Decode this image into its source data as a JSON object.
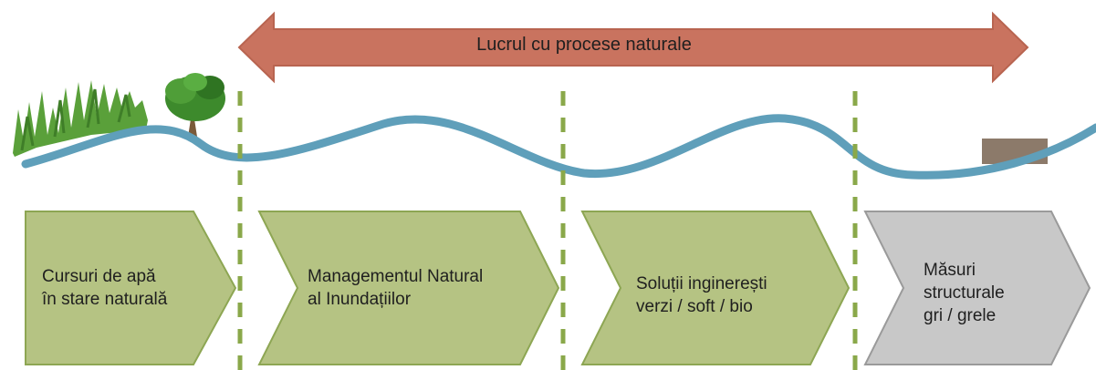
{
  "arrow": {
    "label": "Lucrul cu procese naturale"
  },
  "stages": [
    {
      "lines": [
        "Cursuri de apă",
        "în stare naturală"
      ],
      "color": "#b5c383",
      "border": "#8da653"
    },
    {
      "lines": [
        "Managementul Natural",
        "al Inundațiilor"
      ],
      "color": "#b5c383",
      "border": "#8da653"
    },
    {
      "lines": [
        "Soluții inginerești",
        "verzi / soft / bio"
      ],
      "color": "#b5c383",
      "border": "#8da653"
    },
    {
      "lines": [
        "Măsuri",
        "structurale",
        "gri / grele"
      ],
      "color": "#c8c8c8",
      "border": "#9a9a9a"
    }
  ],
  "colors": {
    "arrow_fill": "#c9735f",
    "river": "#5f9fba",
    "divider": "#8aa84a",
    "grass": "#5aa03a",
    "tree": "#3d8a2c",
    "building": "#8c7a6a"
  }
}
